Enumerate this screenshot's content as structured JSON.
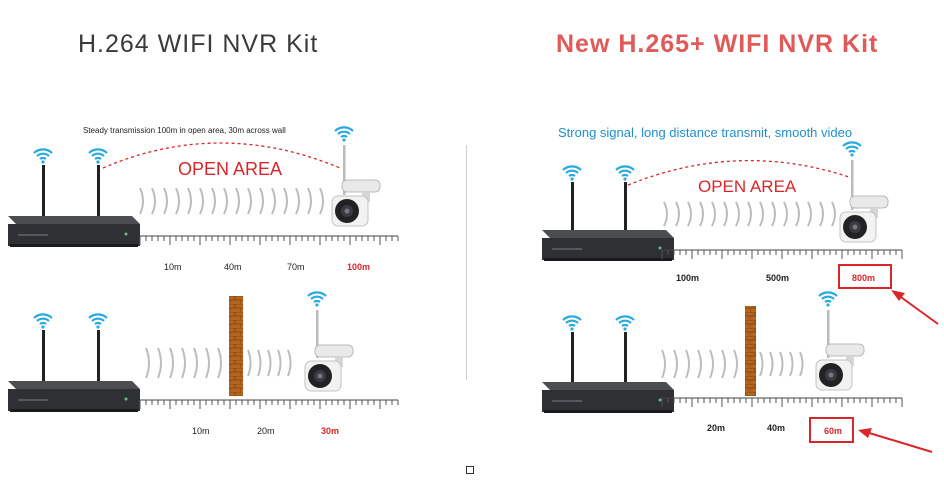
{
  "left": {
    "title": "H.264 WIFI NVR Kit",
    "subtitle": "Steady transmission 100m in open area, 30m across wall",
    "area_label": "OPEN AREA",
    "top_ticks": [
      "10m",
      "40m",
      "70m",
      "100m"
    ],
    "bottom_ticks": [
      "10m",
      "20m",
      "30m"
    ]
  },
  "right": {
    "title": "New H.265+ WIFI NVR Kit",
    "subtitle": "Strong signal, long distance transmit, smooth video",
    "area_label": "OPEN AREA",
    "top_ticks": [
      "100m",
      "500m",
      "800m"
    ],
    "bottom_ticks": [
      "20m",
      "40m",
      "60m"
    ]
  },
  "colors": {
    "accent_red": "#d9262b",
    "title_red": "#e05a5a",
    "wifi_blue": "#29a9e1",
    "subtitle_blue": "#1f8fcf",
    "brick": "#b5651d"
  }
}
